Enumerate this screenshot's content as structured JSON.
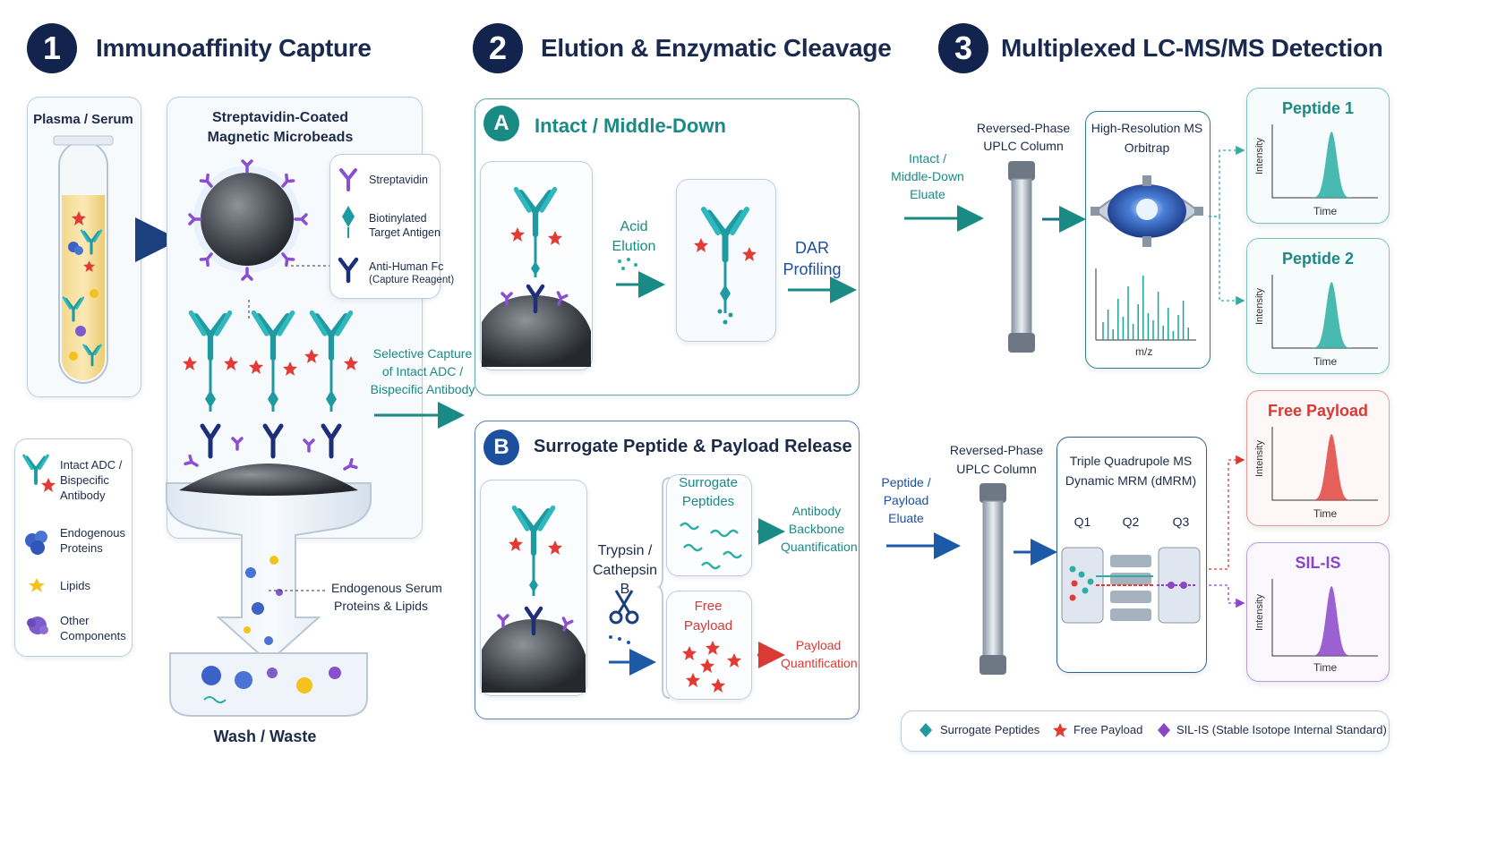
{
  "steps": [
    {
      "number": "1",
      "title": "Immunoaffinity Capture"
    },
    {
      "number": "2",
      "title": "Elution & Enzymatic Cleavage"
    },
    {
      "number": "3",
      "title": "Multiplexed LC-MS/MS Detection"
    }
  ],
  "capture": {
    "plasma_label": "Plasma / Serum",
    "beads_title_line1": "Streptavidin-Coated",
    "beads_title_line2": "Magnetic Microbeads",
    "legend": [
      {
        "icon": "streptavidin-icon",
        "line1": "Streptavidin",
        "line2": ""
      },
      {
        "icon": "biotinylated-antigen-icon",
        "line1": "Biotinylated",
        "line2": "Target Antigen"
      },
      {
        "icon": "anti-human-fc-icon",
        "line1": "Anti-Human Fc",
        "line2": "(Capture Reagent)"
      }
    ],
    "selective_line1": "Selective Capture",
    "selective_line2": "of Intact ADC /",
    "selective_line3": "Bispecific Antibody",
    "endogenous_line1": "Endogenous Serum",
    "endogenous_line2": "Proteins & Lipids",
    "wash_label": "Wash / Waste"
  },
  "components_legend": [
    {
      "icon": "intact-adc-icon",
      "lines": [
        "Intact ADC /",
        "Bispecific",
        "Antibody"
      ]
    },
    {
      "icon": "endogenous-protein-icon",
      "lines": [
        "Endogenous",
        "Proteins"
      ]
    },
    {
      "icon": "lipid-icon",
      "lines": [
        "Lipids"
      ]
    },
    {
      "icon": "other-component-icon",
      "lines": [
        "Other",
        "Components"
      ]
    }
  ],
  "panel_a": {
    "badge": "A",
    "title": "Intact / Middle-Down",
    "acid_line1": "Acid",
    "acid_line2": "Elution",
    "dar_line1": "DAR",
    "dar_line2": "Profiling"
  },
  "panel_b": {
    "badge": "B",
    "title": "Surrogate Peptide & Payload Release",
    "enzyme_line1": "Trypsin /",
    "enzyme_line2": "Cathepsin B",
    "surrogate_line1": "Surrogate",
    "surrogate_line2": "Peptides",
    "backbone_line1": "Antibody",
    "backbone_line2": "Backbone",
    "backbone_line3": "Quantification",
    "free_line1": "Free",
    "free_line2": "Payload",
    "payload_line1": "Payload",
    "payload_line2": "Quantification"
  },
  "detection": {
    "eluate_top_line1": "Intact /",
    "eluate_top_line2": "Middle-Down",
    "eluate_top_line3": "Eluate",
    "column_top_line1": "Reversed-Phase",
    "column_top_line2": "UPLC Column",
    "orbitrap_line1": "High-Resolution MS",
    "orbitrap_line2": "Orbitrap",
    "mz_label": "m/z",
    "eluate_bottom_line1": "Peptide /",
    "eluate_bottom_line2": "Payload",
    "eluate_bottom_line3": "Eluate",
    "column_bottom_line1": "Reversed-Phase",
    "column_bottom_line2": "UPLC Column",
    "qqq_line1": "Triple Quadrupole MS",
    "qqq_line2": "Dynamic MRM (dMRM)",
    "q1": "Q1",
    "q2": "Q2",
    "q3": "Q3"
  },
  "chromatograms": [
    {
      "title": "Peptide 1",
      "color": "#2aaea5",
      "ylabel": "Intensity",
      "xlabel": "Time"
    },
    {
      "title": "Peptide 2",
      "color": "#2aaea5",
      "ylabel": "Intensity",
      "xlabel": "Time"
    },
    {
      "title": "Free Payload",
      "color": "#e0453f",
      "ylabel": "Intensity",
      "xlabel": "Time"
    },
    {
      "title": "SIL-IS",
      "color": "#8a45c9",
      "ylabel": "Intensity",
      "xlabel": "Time"
    }
  ],
  "bottom_legend": [
    {
      "icon": "surrogate-peptide-icon",
      "label": "Surrogate Peptides"
    },
    {
      "icon": "free-payload-icon",
      "label": "Free Payload"
    },
    {
      "icon": "sil-is-icon",
      "label": "SIL-IS (Stable Isotope Internal Standard)"
    }
  ],
  "colors": {
    "navy": "#12244d",
    "teal": "#1a8a85",
    "blue": "#1c4f9d",
    "red": "#d93a33",
    "purple": "#8a45c9"
  }
}
